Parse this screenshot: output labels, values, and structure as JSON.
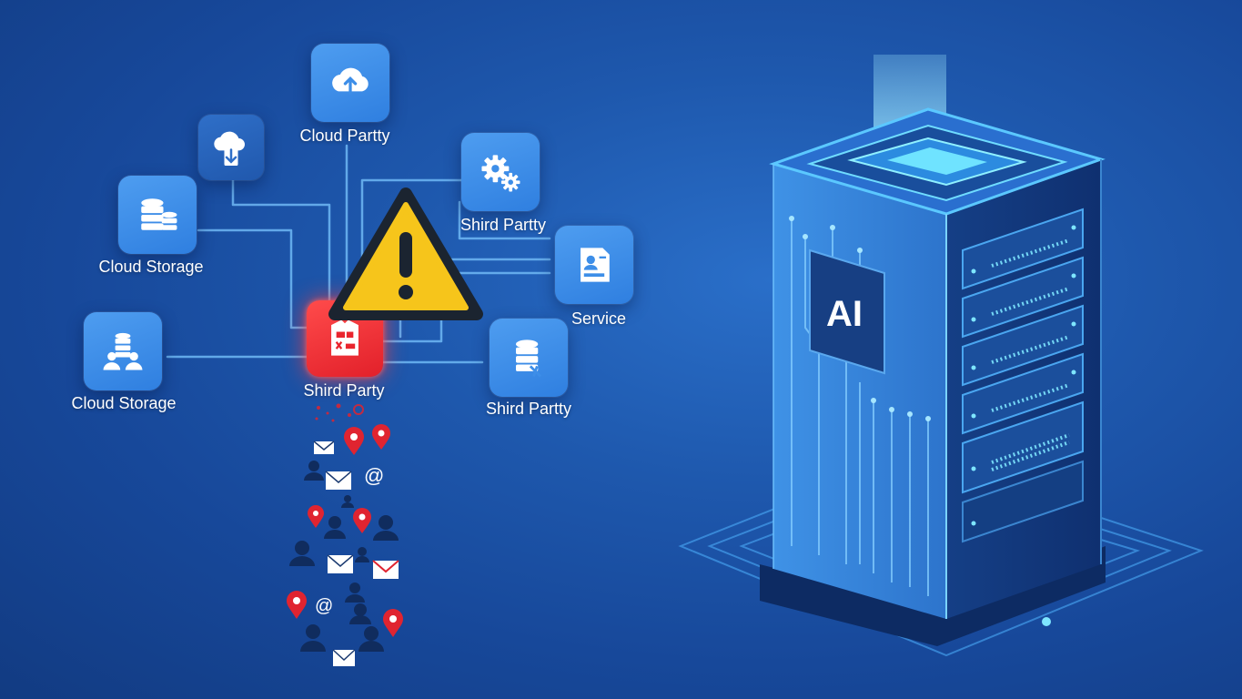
{
  "nodes": [
    {
      "id": "cloud-party",
      "label": "Cloud Partty",
      "icon": "cloud-upload-icon"
    },
    {
      "id": "cloud-download",
      "label": "",
      "icon": "cloud-download-icon"
    },
    {
      "id": "cloud-storage-1",
      "label": "Cloud Storage",
      "icon": "database-icon"
    },
    {
      "id": "shird-party-gears",
      "label": "Shird Partty",
      "icon": "gears-icon"
    },
    {
      "id": "service",
      "label": "Service",
      "icon": "service-document-icon"
    },
    {
      "id": "cloud-storage-2",
      "label": "Cloud Storage",
      "icon": "users-database-icon"
    },
    {
      "id": "shird-party-red",
      "label": "Shird Party",
      "icon": "breached-file-icon"
    },
    {
      "id": "shird-party-db",
      "label": "Shird Partty",
      "icon": "database-settings-icon"
    }
  ],
  "warning": {
    "icon": "warning-triangle-icon",
    "color": "#f6c51b"
  },
  "server": {
    "badge": "AI",
    "icon": "ai-server-tower-icon",
    "accent": "#5fd8ff"
  },
  "colors": {
    "background": "#1e58ad",
    "node": "#3d8ee8",
    "alert": "#e9252e",
    "leak_pin": "#e02430"
  }
}
